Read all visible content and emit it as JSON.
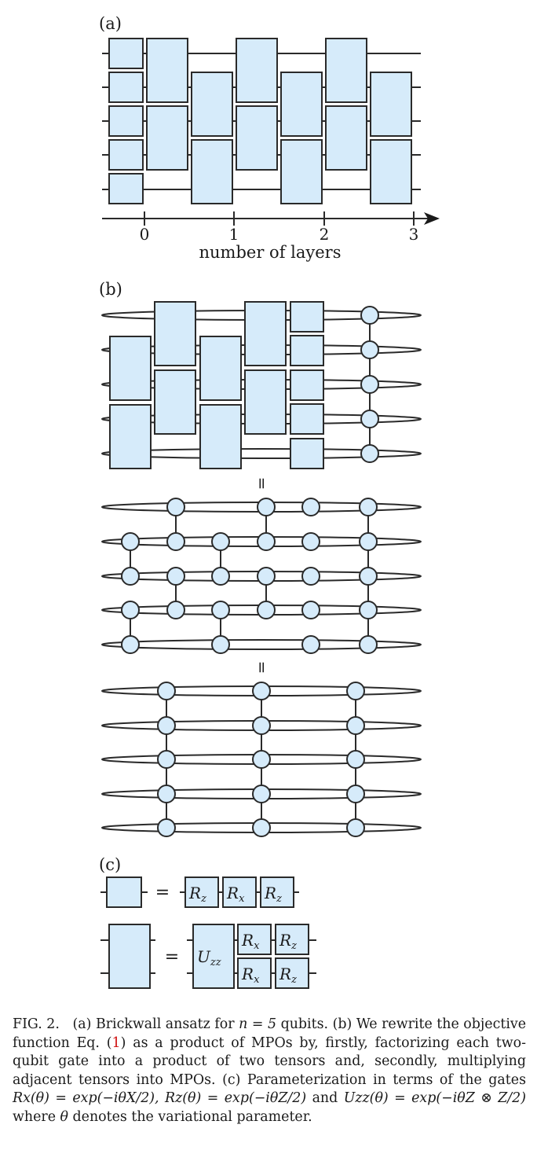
{
  "panels": {
    "a_label": "(a)",
    "b_label": "(b)",
    "c_label": "(c)"
  },
  "axis": {
    "ticks": [
      "0",
      "1",
      "2",
      "3"
    ],
    "label": "number of layers"
  },
  "equals_sign": "=",
  "gate_labels": {
    "rz": "R",
    "rz_sub": "z",
    "rx": "R",
    "rx_sub": "x",
    "uzz": "U",
    "uzz_sub": "zz"
  },
  "caption": {
    "fig": "FIG. 2.",
    "a": "(a) Brickwall ansatz for",
    "n_eq": "n = 5",
    "a_end": "qubits.",
    "b": "(b) We rewrite the objective function Eq. (",
    "ref": "1",
    "b_end": ") as a product of MPOs by, firstly, factorizing each two-qubit gate into a product of two tensors and, secondly, multiplying adjacent tensors into MPOs.",
    "c": "(c) Parameterization in terms of the gates",
    "rx_def": "Rx(θ) = exp(−iθX/2),",
    "rz_def": "Rz(θ) = exp(−iθZ/2)",
    "and": "and",
    "uzz_def": "Uzz(θ) = exp(−iθZ ⊗ Z/2)",
    "where": "where",
    "theta": "θ",
    "end": "denotes the variational parameter."
  }
}
